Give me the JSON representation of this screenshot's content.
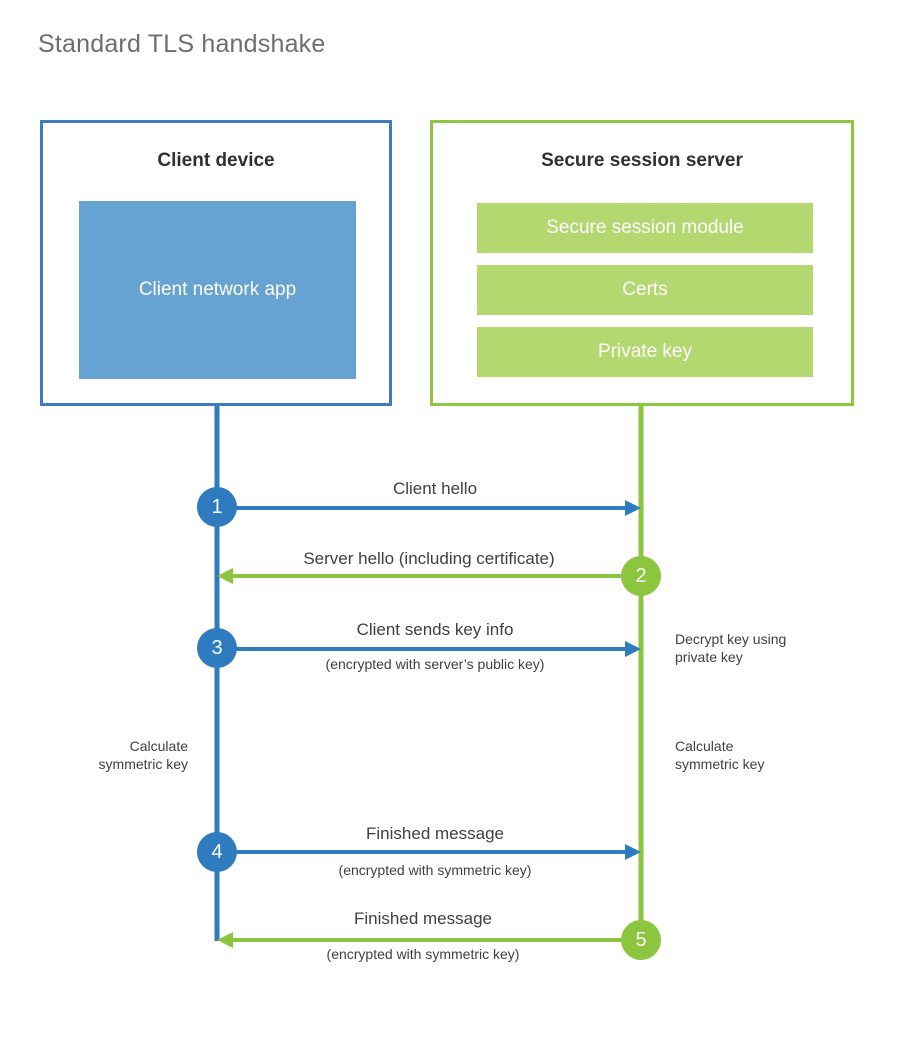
{
  "title": "Standard TLS handshake",
  "parties": {
    "client": {
      "title": "Client device",
      "app_label": "Client network app",
      "color": "#3d7cbd",
      "fill": "#66a3d2"
    },
    "server": {
      "title": "Secure session server",
      "color": "#8dc63f",
      "fill": "#b3d870",
      "modules": [
        {
          "label": "Secure session module"
        },
        {
          "label": "Certs"
        },
        {
          "label": "Private key"
        }
      ]
    }
  },
  "steps": [
    {
      "number": "1",
      "label": "Client hello",
      "sub": "",
      "direction": "client-to-server",
      "color": "#2f7bbf"
    },
    {
      "number": "2",
      "label": "Server hello (including certificate)",
      "sub": "",
      "direction": "server-to-client",
      "color": "#8cc63e"
    },
    {
      "number": "3",
      "label": "Client sends key info",
      "sub": "(encrypted with server’s public key)",
      "direction": "client-to-server",
      "color": "#2f7bbf"
    },
    {
      "number": "4",
      "label": "Finished message",
      "sub": "(encrypted with symmetric key)",
      "direction": "client-to-server",
      "color": "#2f7bbf"
    },
    {
      "number": "5",
      "label": "Finished message",
      "sub": "(encrypted with symmetric key)",
      "direction": "server-to-client",
      "color": "#8cc63e"
    }
  ],
  "notes": {
    "decrypt_key": "Decrypt key using\nprivate key",
    "calculate_symmetric_key_client": "Calculate\nsymmetric key",
    "calculate_symmetric_key_server": "Calculate\nsymmetric key"
  }
}
